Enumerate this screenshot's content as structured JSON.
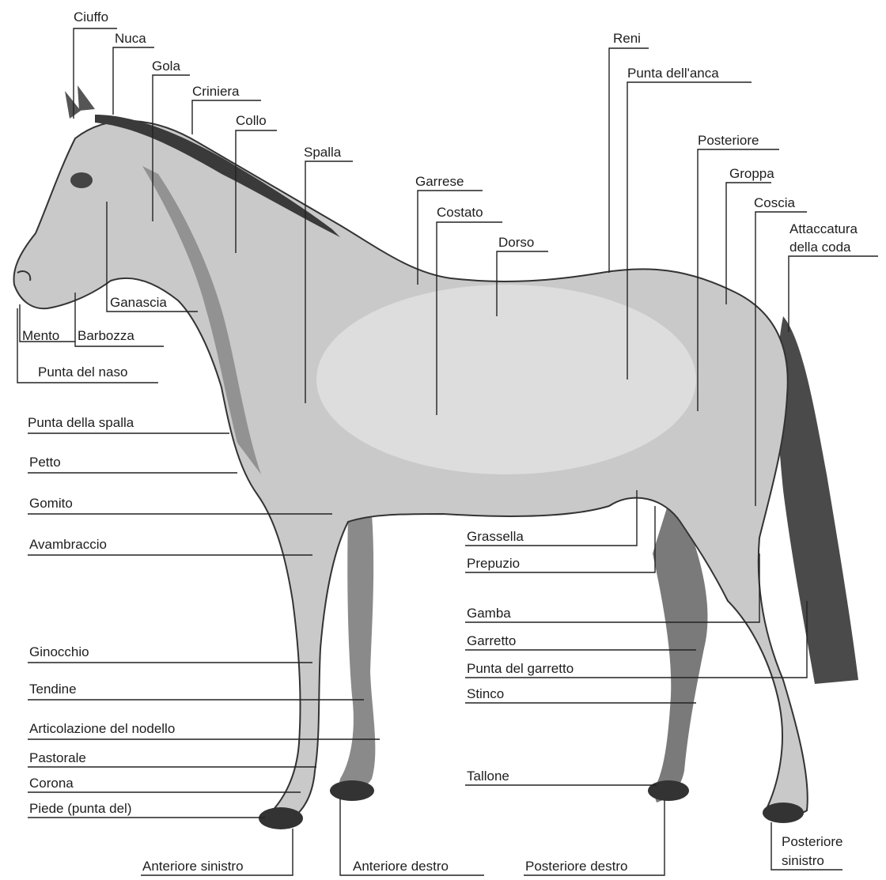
{
  "diagram": {
    "labels": {
      "ciuffo": "Ciuffo",
      "nuca": "Nuca",
      "gola": "Gola",
      "criniera": "Criniera",
      "collo": "Collo",
      "spalla": "Spalla",
      "garrese": "Garrese",
      "costato": "Costato",
      "dorso": "Dorso",
      "reni": "Reni",
      "punta_anca": "Punta dell'anca",
      "posteriore": "Posteriore",
      "groppa": "Groppa",
      "coscia": "Coscia",
      "attaccatura_1": "Attaccatura",
      "attaccatura_2": "della coda",
      "ganascia": "Ganascia",
      "mento": "Mento",
      "barbozza": "Barbozza",
      "punta_naso": "Punta del naso",
      "punta_spalla": "Punta della spalla",
      "petto": "Petto",
      "gomito": "Gomito",
      "avambraccio": "Avambraccio",
      "ginocchio": "Ginocchio",
      "tendine": "Tendine",
      "articolazione": "Articolazione del nodello",
      "pastorale": "Pastorale",
      "corona": "Corona",
      "piede": "Piede (punta del)",
      "grassella": "Grassella",
      "prepuzio": "Prepuzio",
      "gamba": "Gamba",
      "garretto": "Garretto",
      "punta_garretto": "Punta del garretto",
      "stinco": "Stinco",
      "tallone": "Tallone",
      "anteriore_sinistro": "Anteriore sinistro",
      "anteriore_destro": "Anteriore destro",
      "posteriore_destro": "Posteriore destro",
      "posteriore_sinistro_1": "Posteriore",
      "posteriore_sinistro_2": "sinistro"
    }
  }
}
